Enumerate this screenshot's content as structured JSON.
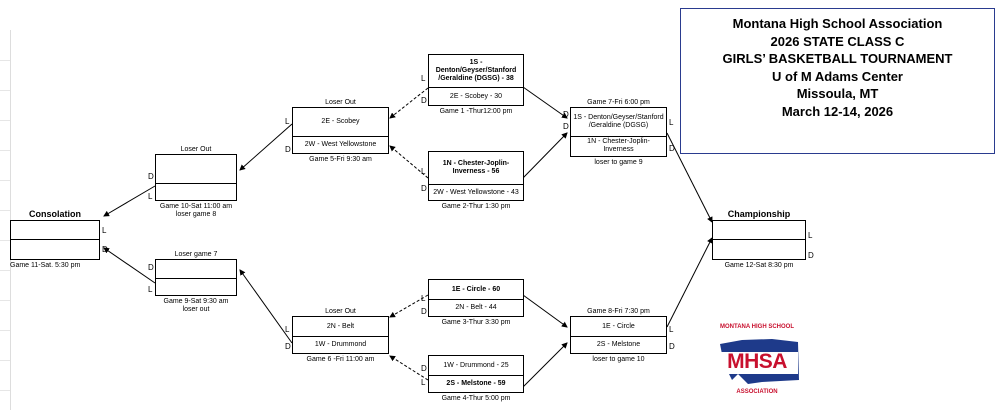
{
  "header": {
    "line1": "Montana High School Association",
    "line2": "2026 STATE CLASS C",
    "line3": "GIRLS’ BASKETBALL TOURNAMENT",
    "line4": "U of M Adams Center",
    "line5": "Missoula, MT",
    "line6": "March 12-14, 2026"
  },
  "logo": {
    "top": "MONTANA HIGH SCHOOL",
    "main": "MHSA",
    "bottom": "ASSOCIATION"
  },
  "g1": {
    "top": "1S - Denton/Geyser/Stanford /Geraldine (DGSG) - 38",
    "bottom": "2E - Scobey - 30",
    "caption": "Game 1 -Thur12:00 pm"
  },
  "g2": {
    "top": "1N - Chester-Joplin-Inverness - 56",
    "bottom": "2W - West Yellowstone - 43",
    "caption": "Game 2-Thur 1:30 pm"
  },
  "g3": {
    "top": "1E - Circle - 60",
    "bottom": "2N - Belt - 44",
    "caption": "Game 3-Thur 3:30 pm"
  },
  "g4": {
    "top": "1W - Drummond - 25",
    "bottom": "2S - Melstone - 59",
    "caption": "Game 4-Thur 5:00 pm"
  },
  "g5": {
    "label": "Loser Out",
    "top": "2E - Scobey",
    "bottom": "2W - West Yellowstone",
    "caption": "Game 5-Fri 9:30 am"
  },
  "g6": {
    "label": "Loser Out",
    "top": "2N - Belt",
    "bottom": "1W - Drummond",
    "caption": "Game 6 -Fri 11:00 am"
  },
  "g7": {
    "label": "Game 7-Fri 6:00 pm",
    "top": "1S - Denton/Geyser/Stanford /Geraldine (DGSG)",
    "bottom": "1N - Chester-Joplin-Inverness",
    "caption": "loser to game 9"
  },
  "g8": {
    "label": "Game 8-Fri 7:30 pm",
    "top": "1E - Circle",
    "bottom": "2S - Melstone",
    "caption": "loser to game 10"
  },
  "g9": {
    "label": "Loser game 7",
    "caption": "Game 9-Sat 9:30 am",
    "caption2": "loser out"
  },
  "g10": {
    "label": "Loser Out",
    "caption": "Game 10-Sat 11:00 am",
    "caption2": "loser game 8"
  },
  "consolation": {
    "label": "Consolation",
    "caption": "Game 11-Sat. 5:30 pm"
  },
  "championship": {
    "label": "Championship",
    "caption": "Game 12-Sat 8:30 pm"
  },
  "marks": {
    "L": "L",
    "D": "D"
  }
}
